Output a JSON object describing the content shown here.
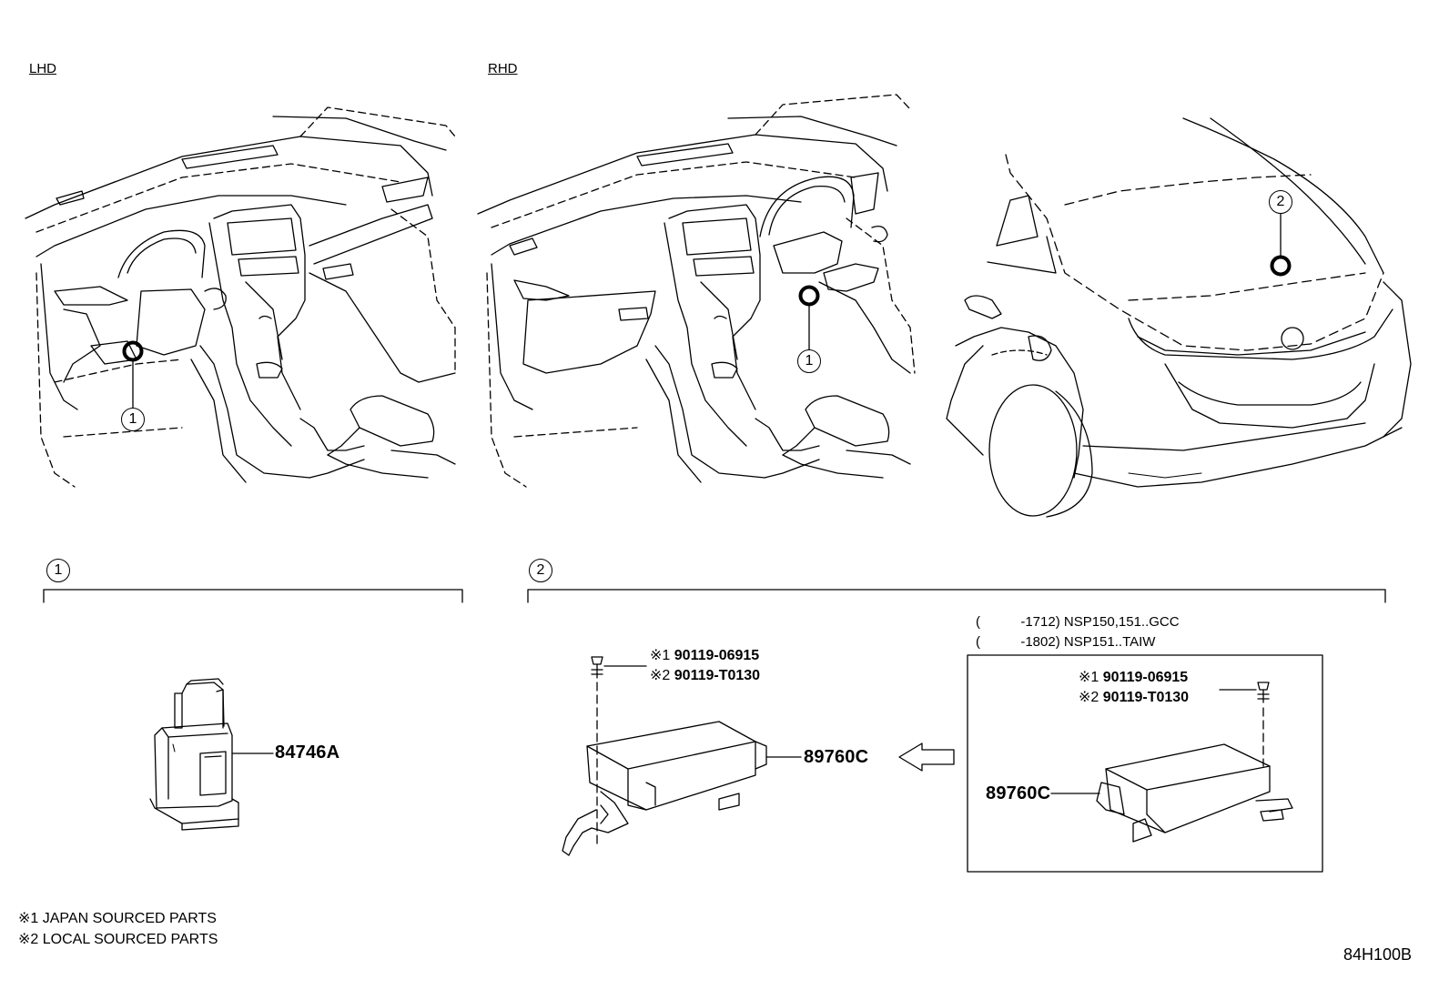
{
  "views": {
    "lhd_label": "LHD",
    "rhd_label": "RHD"
  },
  "callouts": {
    "c1": "1",
    "c2": "2"
  },
  "sections": {
    "s1_number": "1",
    "s2_number": "2"
  },
  "parts": {
    "switch": "84746A",
    "module_main": "89760C",
    "module_alt": "89760C"
  },
  "bolts": {
    "main_line1_mark": "※1",
    "main_line1_num": "90119-06915",
    "main_line2_mark": "※2",
    "main_line2_num": "90119-T0130",
    "alt_line1_mark": "※1",
    "alt_line1_num": "90119-06915",
    "alt_line2_mark": "※2",
    "alt_line2_num": "90119-T0130"
  },
  "applicability": {
    "line1_paren": "(",
    "line1_text": "-1712) NSP150,151..GCC",
    "line2_paren": "(",
    "line2_text": "-1802) NSP151..TAIW"
  },
  "legend": {
    "note1": "※1 JAPAN SOURCED PARTS",
    "note2": "※2 LOCAL SOURCED PARTS"
  },
  "diagram_code": "84H100B"
}
